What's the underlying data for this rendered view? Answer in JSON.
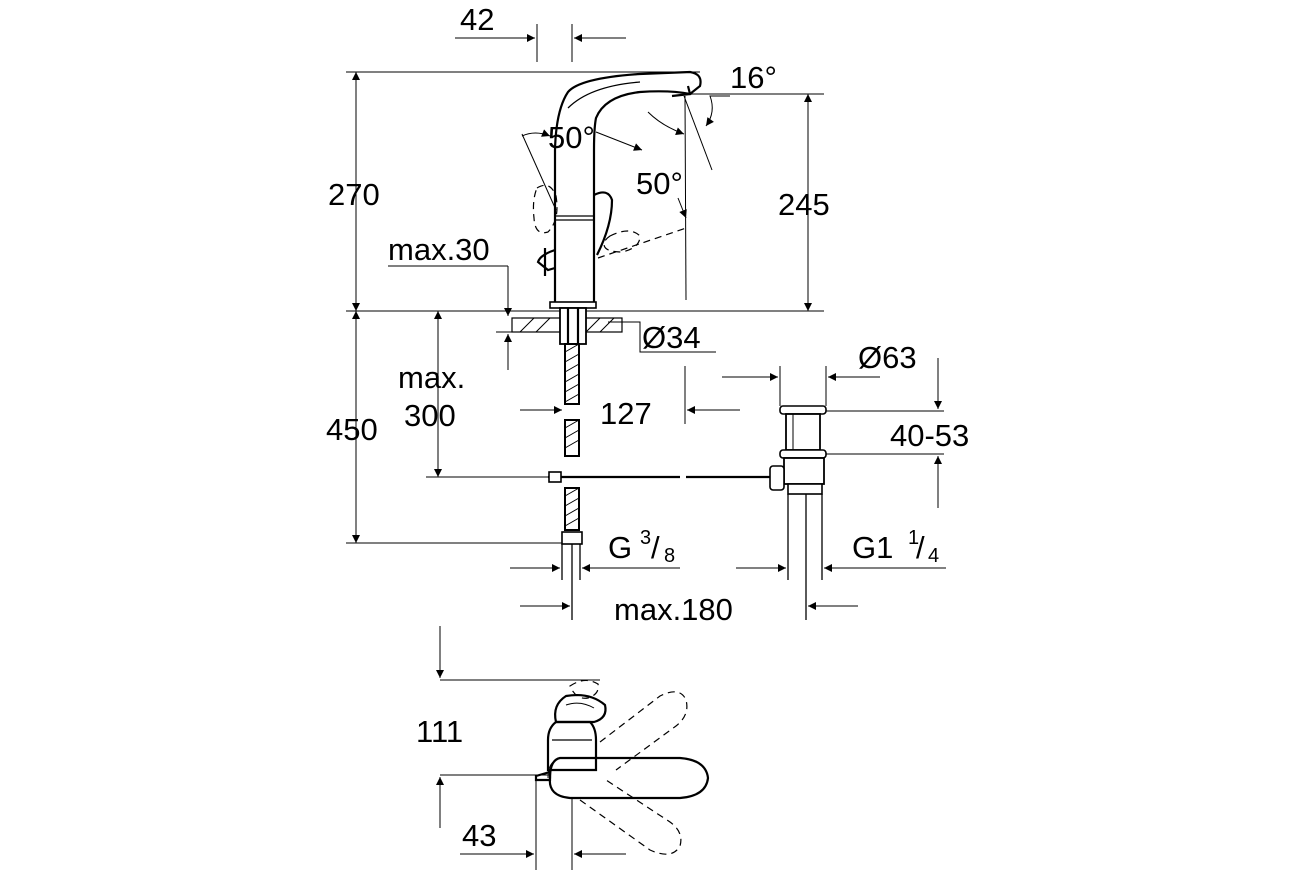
{
  "dimensions": {
    "top_width": "42",
    "spout_angle": "16°",
    "lever_left_angle": "50°",
    "lever_right_angle": "50°",
    "total_height": "270",
    "spout_height": "245",
    "deck_thickness": "max.30",
    "hole_diameter": "Ø34",
    "waste_diameter": "Ø63",
    "hose_max_line1": "max.",
    "hose_max_line2": "300",
    "waste_offset": "127",
    "waste_height_range": "40-53",
    "below_deck_length": "450",
    "connection_thread": "G",
    "connection_thread_num": "3",
    "connection_thread_den": "8",
    "waste_thread": "G1",
    "waste_thread_num": "1",
    "waste_thread_den": "4",
    "rod_max_length": "max.180",
    "top_view_height": "111",
    "top_view_offset": "43"
  }
}
